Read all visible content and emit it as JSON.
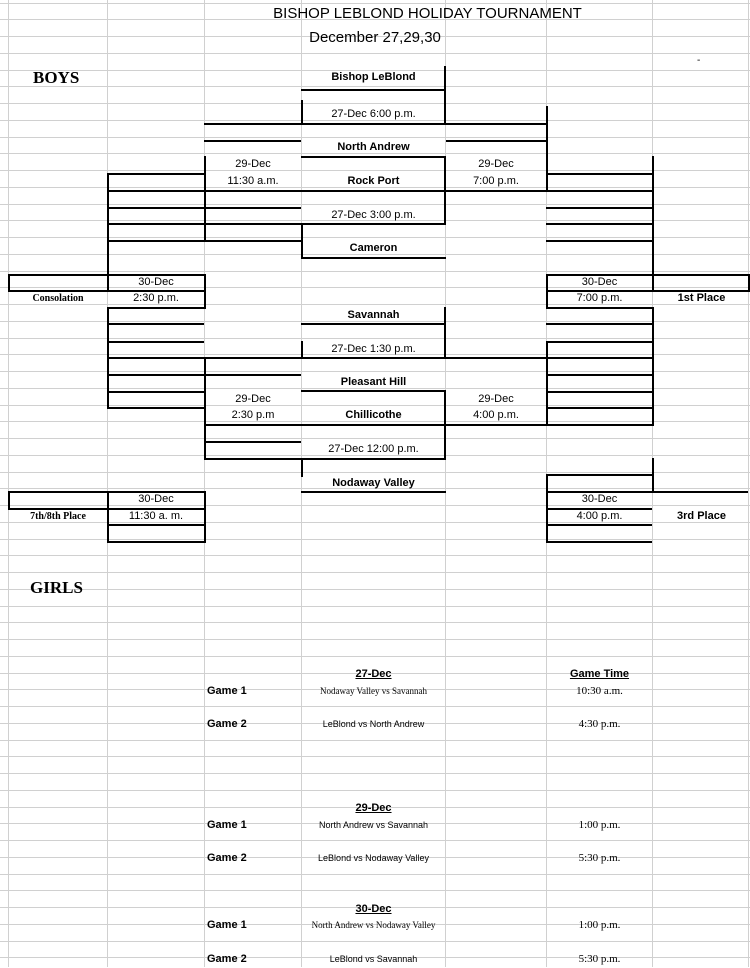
{
  "header": {
    "title": "BISHOP LEBLOND HOLIDAY TOURNAMENT",
    "dates": "December 27,29,30",
    "dash": "-"
  },
  "boys": {
    "heading": "BOYS",
    "teams": {
      "t1": "Bishop LeBlond",
      "t2": "North Andrew",
      "t3": "Rock Port",
      "t4": "Cameron",
      "t5": "Savannah",
      "t6": "Pleasant Hill",
      "t7": "Chillicothe",
      "t8": "Nodaway Valley"
    },
    "games": {
      "g1": "27-Dec  6:00 p.m.",
      "g2": "27-Dec  3:00 p.m.",
      "g3": "27-Dec  1:30 p.m.",
      "g4": "27-Dec   12:00 p.m.",
      "lw1_date": "29-Dec",
      "lw1_time": "11:30 a.m.",
      "rw1_date": "29-Dec",
      "rw1_time": "7:00   p.m.",
      "lw2_date": "29-Dec",
      "lw2_time": "2:30 p.m",
      "rw2_date": "29-Dec",
      "rw2_time": "4:00 p.m.",
      "cons_date": "30-Dec",
      "cons_time": "2:30 p.m.",
      "first_date": "30-Dec",
      "first_time": "7:00 p.m.",
      "seventh_date": "30-Dec",
      "seventh_time": "11:30 a. m.",
      "third_date": "30-Dec",
      "third_time": "4:00 p.m."
    },
    "places": {
      "consolation": "Consolation",
      "first": "1st Place",
      "seventh": "7th/8th Place",
      "third": "3rd Place"
    }
  },
  "girls": {
    "heading": "GIRLS",
    "time_header": "Game Time",
    "days": [
      {
        "date": "27-Dec",
        "games": [
          {
            "label": "Game 1",
            "matchup": "Nodaway Valley vs Savannah",
            "time": "10:30 a.m."
          },
          {
            "label": "Game 2",
            "matchup": "LeBlond vs North Andrew",
            "time": "4:30 p.m."
          }
        ]
      },
      {
        "date": "29-Dec",
        "games": [
          {
            "label": "Game 1",
            "matchup": "North Andrew vs Savannah",
            "time": "1:00 p.m."
          },
          {
            "label": "Game 2",
            "matchup": "LeBlond vs Nodaway Valley",
            "time": "5:30 p.m."
          }
        ]
      },
      {
        "date": "30-Dec",
        "games": [
          {
            "label": "Game 1",
            "matchup": "North Andrew vs Nodaway Valley",
            "time": "1:00 p.m."
          },
          {
            "label": "Game 2",
            "matchup": "LeBlond vs Savannah",
            "time": "5:30 p.m."
          }
        ]
      }
    ]
  }
}
